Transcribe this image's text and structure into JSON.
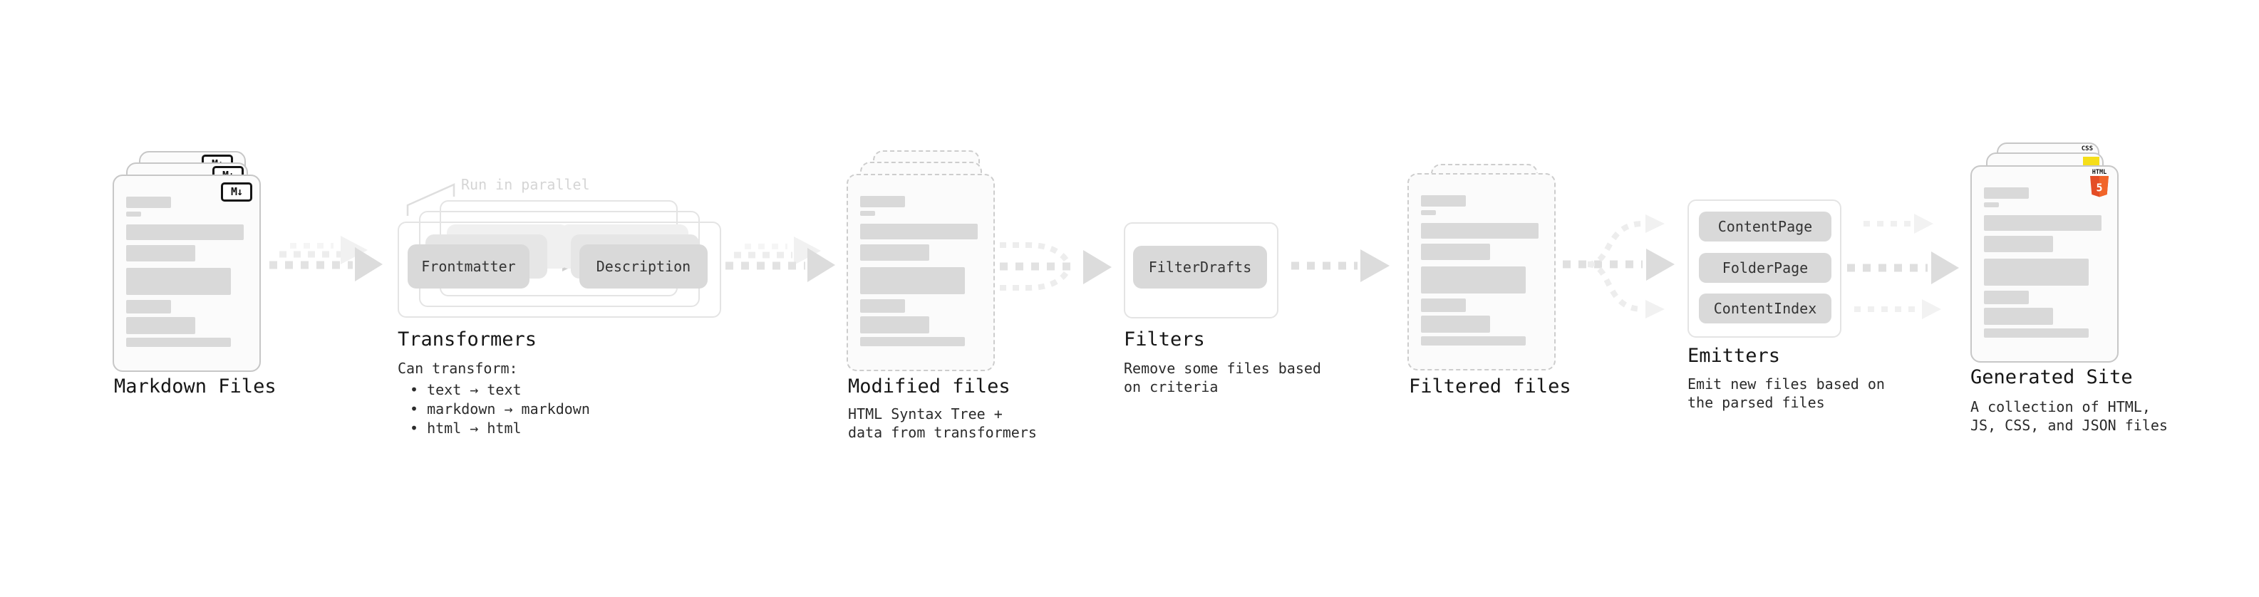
{
  "stages": {
    "markdown": {
      "label": "Markdown Files",
      "badge": "M↓"
    },
    "transformers": {
      "title": "Transformers",
      "annotation": "Run in parallel",
      "pill_left": "Frontmatter",
      "pill_right": "Description",
      "caption_heading": "Can transform:",
      "bullets": [
        "• text → text",
        "• markdown → markdown",
        "• html → html"
      ]
    },
    "modified": {
      "label": "Modified files",
      "caption": "HTML Syntax Tree +\ndata from transformers"
    },
    "filters": {
      "title": "Filters",
      "pill": "FilterDrafts",
      "caption": "Remove some files based\non criteria"
    },
    "filtered": {
      "label": "Filtered files"
    },
    "emitters": {
      "title": "Emitters",
      "pills": [
        "ContentPage",
        "FolderPage",
        "ContentIndex"
      ],
      "caption": "Emit new files based on\nthe parsed files"
    },
    "generated": {
      "label": "Generated Site",
      "caption": "A collection of HTML,\nJS, CSS, and JSON files",
      "html5_wordmark": "HTML",
      "html5_numeral": "5",
      "css_badge": "CSS"
    }
  },
  "colors": {
    "text": "#1b1b1b",
    "doc_bar": "#d9d9d9",
    "pill_fill": "#d9d9d9",
    "html5_shield": "#E44D26",
    "html5_shield_light": "#F16529",
    "js_badge": "#F5DE19",
    "css_underline": "#2D53E5",
    "arrow_main": "#e2e2e2",
    "arrow_light": "#f1f1f1"
  }
}
